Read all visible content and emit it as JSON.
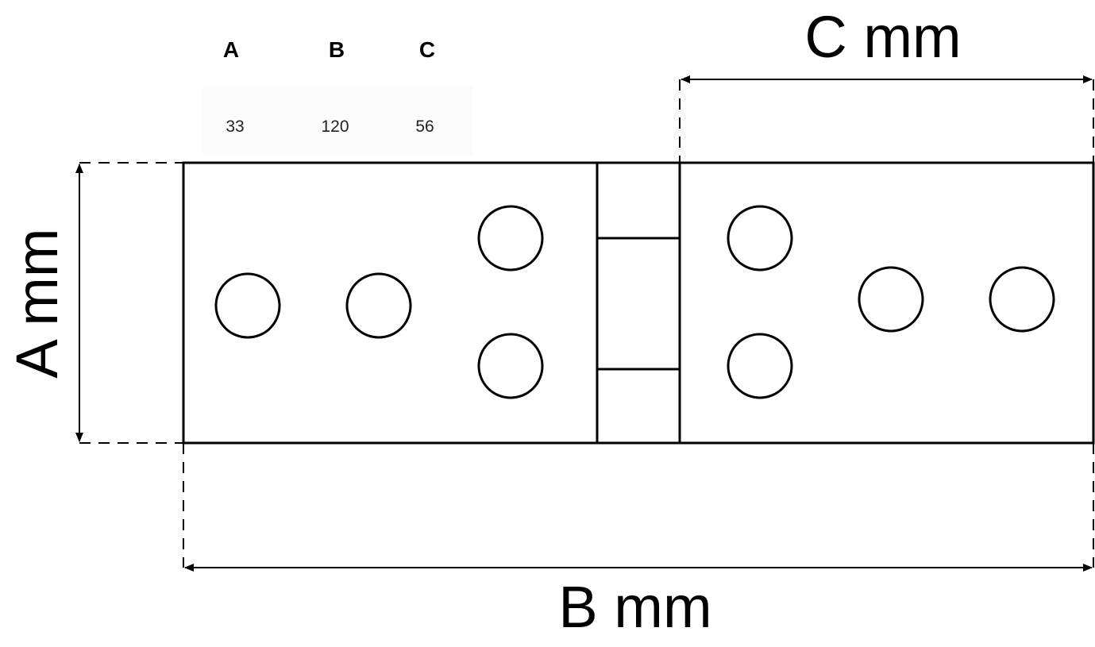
{
  "table": {
    "headers": [
      "A",
      "B",
      "C"
    ],
    "values": [
      "33",
      "120",
      "56"
    ]
  },
  "dimensions": {
    "a_label": "A mm",
    "b_label": "B mm",
    "c_label": "C mm"
  }
}
